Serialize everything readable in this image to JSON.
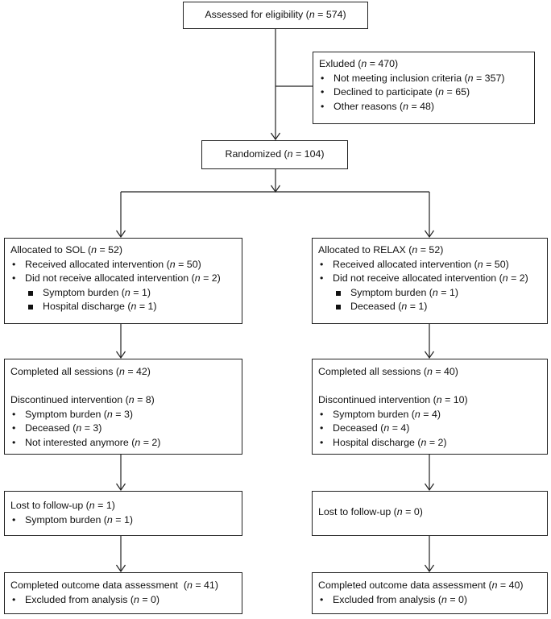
{
  "assessed": {
    "prefix": "Assessed for eligibility (",
    "var": "n",
    "suffix": " = 574)"
  },
  "excluded": {
    "title": {
      "prefix": "Exluded (",
      "var": "n",
      "suffix": " = 470)"
    },
    "items": [
      {
        "prefix": "Not meeting inclusion criteria (",
        "var": "n",
        "suffix": " = 357)"
      },
      {
        "prefix": "Declined to participate (",
        "var": "n",
        "suffix": " = 65)"
      },
      {
        "prefix": "Other reasons (",
        "var": "n",
        "suffix": " = 48)"
      }
    ]
  },
  "randomized": {
    "prefix": "Randomized (",
    "var": "n",
    "suffix": " = 104)"
  },
  "sol": {
    "allocated": {
      "title": {
        "prefix": "Allocated to SOL (",
        "var": "n",
        "suffix": " = 52)"
      },
      "received": {
        "prefix": "Received allocated intervention (",
        "var": "n",
        "suffix": " = 50)"
      },
      "not_received": {
        "prefix": "Did not receive allocated intervention (",
        "var": "n",
        "suffix": " = 2)"
      },
      "reasons": [
        {
          "prefix": "Symptom burden (",
          "var": "n",
          "suffix": " = 1)"
        },
        {
          "prefix": "Hospital discharge (",
          "var": "n",
          "suffix": " = 1)"
        }
      ]
    },
    "sessions": {
      "completed": {
        "prefix": "Completed all sessions (",
        "var": "n",
        "suffix": " = 42)"
      },
      "discontinued": {
        "prefix": "Discontinued intervention (",
        "var": "n",
        "suffix": " = 8)"
      },
      "reasons": [
        {
          "prefix": "Symptom burden (",
          "var": "n",
          "suffix": " = 3)"
        },
        {
          "prefix": "Deceased (",
          "var": "n",
          "suffix": " = 3)"
        },
        {
          "prefix": "Not interested anymore (",
          "var": "n",
          "suffix": " = 2)"
        }
      ]
    },
    "followup": {
      "title": {
        "prefix": "Lost to follow-up (",
        "var": "n",
        "suffix": " = 1)"
      },
      "reasons": [
        {
          "prefix": "Symptom burden (",
          "var": "n",
          "suffix": " = 1)"
        }
      ]
    },
    "outcome": {
      "title": {
        "prefix": "Completed outcome data assessment  (",
        "var": "n",
        "suffix": " = 41)"
      },
      "excluded": {
        "prefix": "Excluded from analysis (",
        "var": "n",
        "suffix": " = 0)"
      }
    }
  },
  "relax": {
    "allocated": {
      "title": {
        "prefix": "Allocated to RELAX (",
        "var": "n",
        "suffix": " = 52)"
      },
      "received": {
        "prefix": "Received allocated intervention (",
        "var": "n",
        "suffix": " = 50)"
      },
      "not_received": {
        "prefix": "Did not receive allocated intervention (",
        "var": "n",
        "suffix": " = 2)"
      },
      "reasons": [
        {
          "prefix": "Symptom burden (",
          "var": "n",
          "suffix": " = 1)"
        },
        {
          "prefix": "Deceased (",
          "var": "n",
          "suffix": " = 1)"
        }
      ]
    },
    "sessions": {
      "completed": {
        "prefix": "Completed all sessions (",
        "var": "n",
        "suffix": " = 40)"
      },
      "discontinued": {
        "prefix": "Discontinued intervention (",
        "var": "n",
        "suffix": " = 10)"
      },
      "reasons": [
        {
          "prefix": "Symptom burden (",
          "var": "n",
          "suffix": " = 4)"
        },
        {
          "prefix": "Deceased (",
          "var": "n",
          "suffix": " = 4)"
        },
        {
          "prefix": "Hospital discharge (",
          "var": "n",
          "suffix": " = 2)"
        }
      ]
    },
    "followup": {
      "title": {
        "prefix": "Lost to follow-up (",
        "var": "n",
        "suffix": " = 0)"
      },
      "reasons": []
    },
    "outcome": {
      "title": {
        "prefix": "Completed outcome data assessment (",
        "var": "n",
        "suffix": " = 40)"
      },
      "excluded": {
        "prefix": "Excluded from analysis (",
        "var": "n",
        "suffix": " = 0)"
      }
    }
  }
}
